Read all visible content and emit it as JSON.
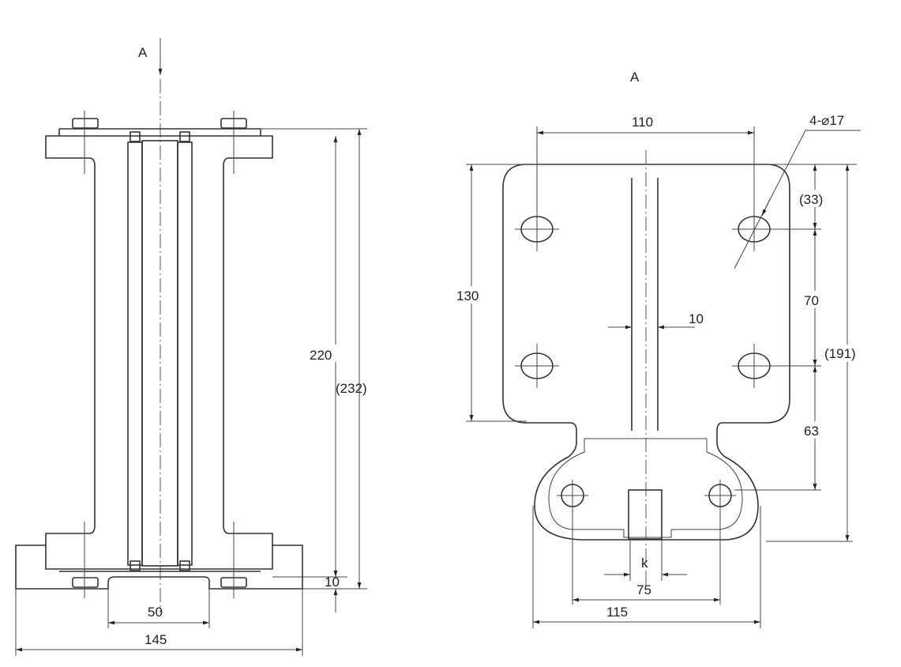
{
  "front_view": {
    "view_marker": "A",
    "dimensions": {
      "height": "220",
      "overall_height": "(232)",
      "base_thickness": "10",
      "center_width": "50",
      "base_width": "145"
    }
  },
  "view_a": {
    "title": "A",
    "dimensions": {
      "hole_spacing_x": "110",
      "holes": "4-⌀17",
      "plate_height": "130",
      "top_offset": "(33)",
      "hole_spacing_y": "70",
      "overall_height": "(191)",
      "lower_offset": "63",
      "web_thickness": "10",
      "slot": "k",
      "lug_hole_spacing": "75",
      "lug_width": "115"
    }
  }
}
